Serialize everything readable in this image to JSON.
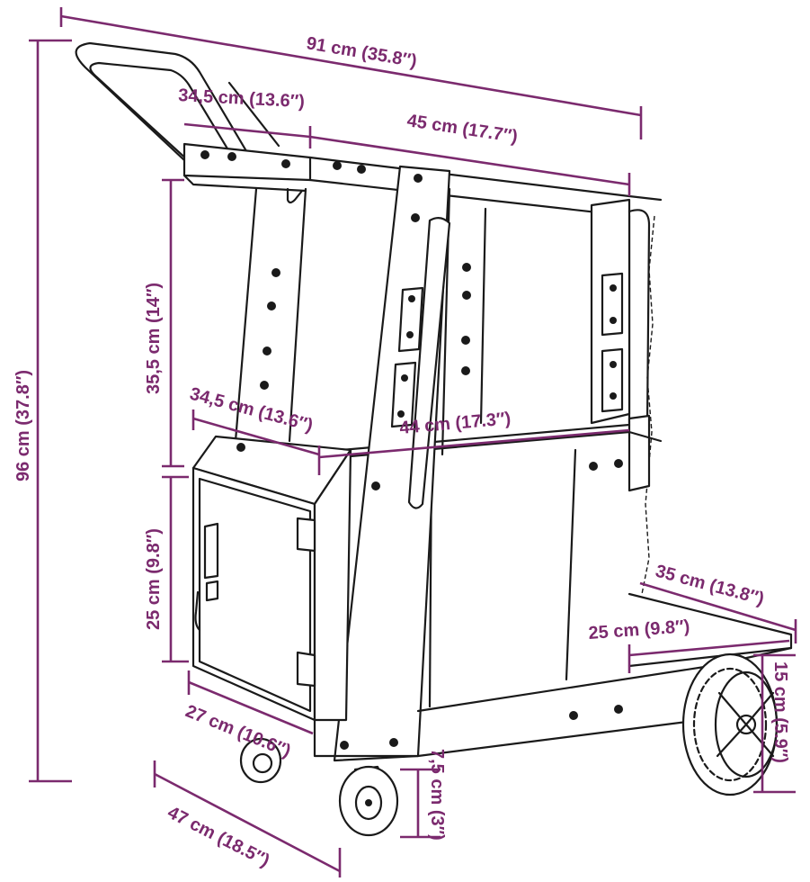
{
  "colors": {
    "dimension": "#7b2a6e",
    "outline": "#1a1a1a",
    "background": "#ffffff"
  },
  "dimensions": {
    "overall_length": "91 cm (35.8″)",
    "handle_depth": "34,5 cm (13.6″)",
    "top_tray_width": "45 cm (17.7″)",
    "upper_height": "35,5 cm (14″)",
    "total_height": "96 cm (37.8″)",
    "middle_depth": "34,5 cm (13.6″)",
    "middle_width": "44 cm (17.3″)",
    "cabinet_height": "25 cm (9.8″)",
    "cabinet_depth": "27 cm (10.6″)",
    "base_depth": "47 cm (18.5″)",
    "caster_height": "7,5 cm (3″)",
    "bottom_shelf_length": "35 cm (13.8″)",
    "bottom_shelf_width": "25 cm (9.8″)",
    "wheel_diameter": "15 cm (5.9″)"
  }
}
